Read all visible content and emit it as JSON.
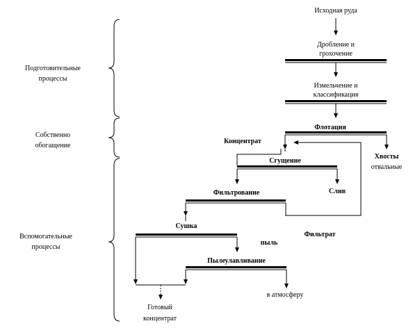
{
  "groups": {
    "preparatory": [
      "Подготовительные",
      "процессы"
    ],
    "enrichment": [
      "Собственно",
      "обогащение"
    ],
    "auxiliary": [
      "Вспомогательные",
      "процессы"
    ]
  },
  "nodes": {
    "source_ore": "Исходная руда",
    "crushing": [
      "Дробление и",
      "грохочение"
    ],
    "grinding": [
      "Измельчение и",
      "классификация"
    ],
    "flotation": "Флотация",
    "concentrate": "Концентрат",
    "tailings": [
      "Хвосты",
      "отвальные"
    ],
    "thickening": "Сгущение",
    "overflow": "Слив",
    "filtration": "Фильтрование",
    "filtrate": "Фильтрат",
    "drying": "Сушка",
    "dust": "пыль",
    "dust_collection": "Пылеулавливание",
    "atmosphere": "в атмосферу",
    "final_concentrate": [
      "Готовый",
      "концентрат"
    ]
  }
}
